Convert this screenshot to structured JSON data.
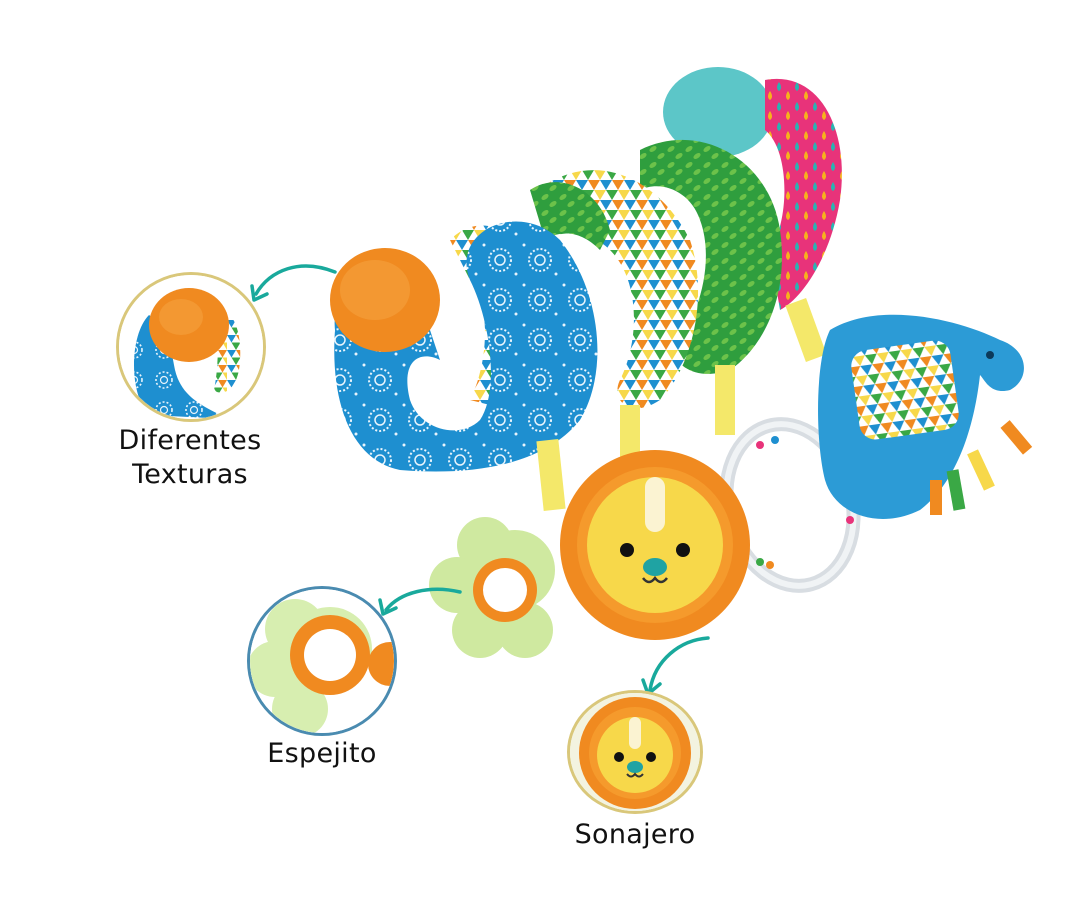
{
  "colors": {
    "arrow": "#19a99c",
    "ring_gold": "#d9c77a",
    "ring_blue": "#4a8bb0",
    "fabric_blue": "#1e8fd0",
    "fabric_green": "#3aa845",
    "plush_orange": "#f08a20",
    "lion_yellow": "#f7d84a",
    "teether_green": "#cfe9a0",
    "teal": "#5cc6c8",
    "pink": "#e8337a"
  },
  "callouts": [
    {
      "id": "texturas",
      "label_line1": "Diferentes",
      "label_line2": "Texturas",
      "ring": "gold",
      "icon": "textures-closeup"
    },
    {
      "id": "espejito",
      "label": "Espejito",
      "ring": "blue",
      "icon": "mirror-closeup"
    },
    {
      "id": "sonajero",
      "label": "Sonajero",
      "ring": "gold",
      "icon": "rattle-lion-closeup"
    }
  ],
  "product": {
    "icon": "spiral-activity-toy"
  }
}
